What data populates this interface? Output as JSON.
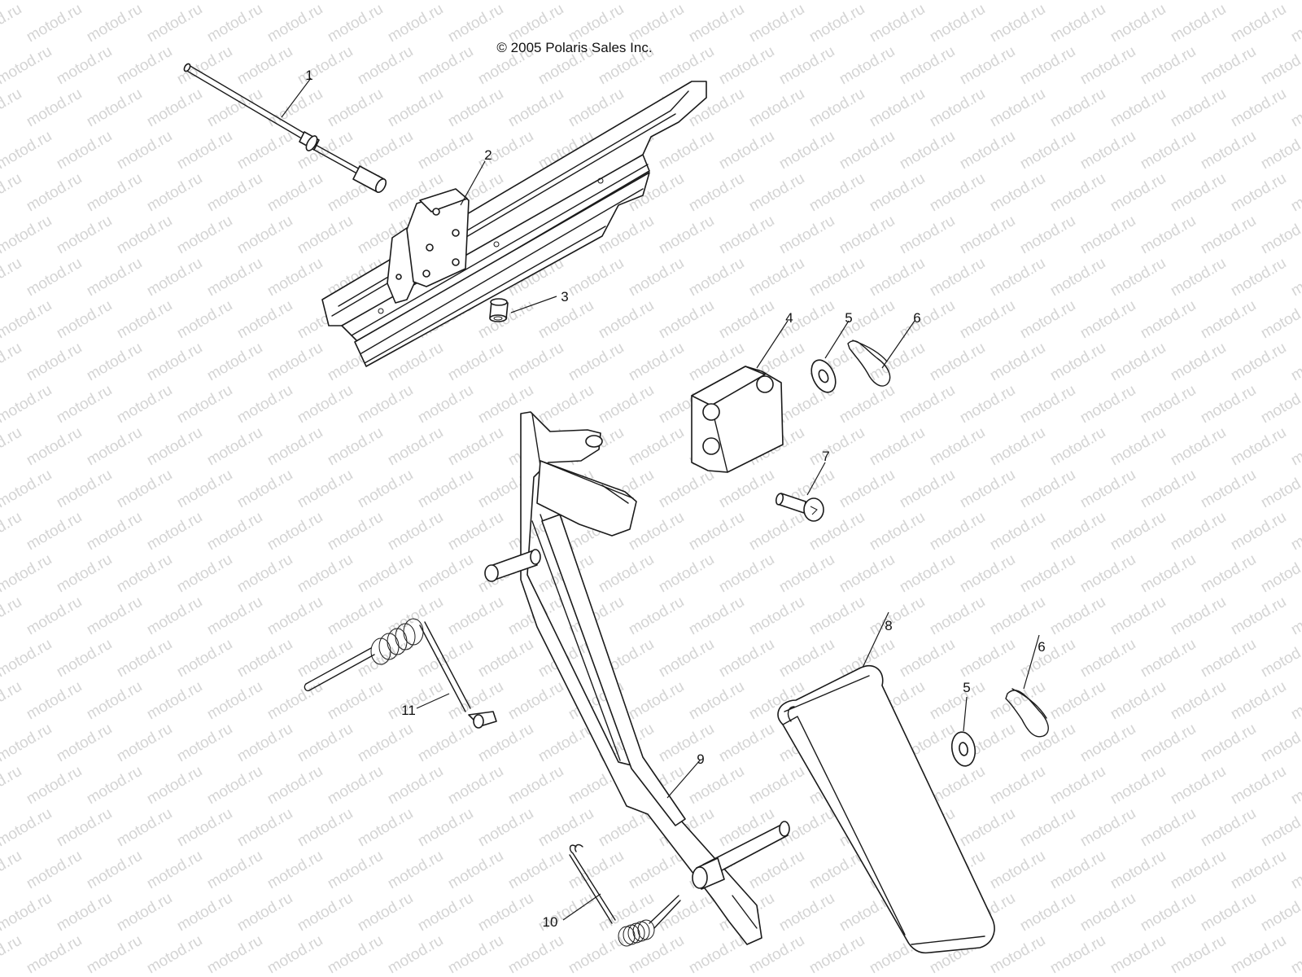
{
  "copyright": "© 2005 Polaris Sales Inc.",
  "watermark": "motod.ru",
  "callouts": [
    "1",
    "2",
    "3",
    "4",
    "5",
    "6",
    "7",
    "8",
    "9",
    "10",
    "11",
    "5",
    "6"
  ],
  "colors": {
    "line": "#1a1a1a",
    "watermark": "#d4d4d4",
    "background": "#ffffff"
  }
}
